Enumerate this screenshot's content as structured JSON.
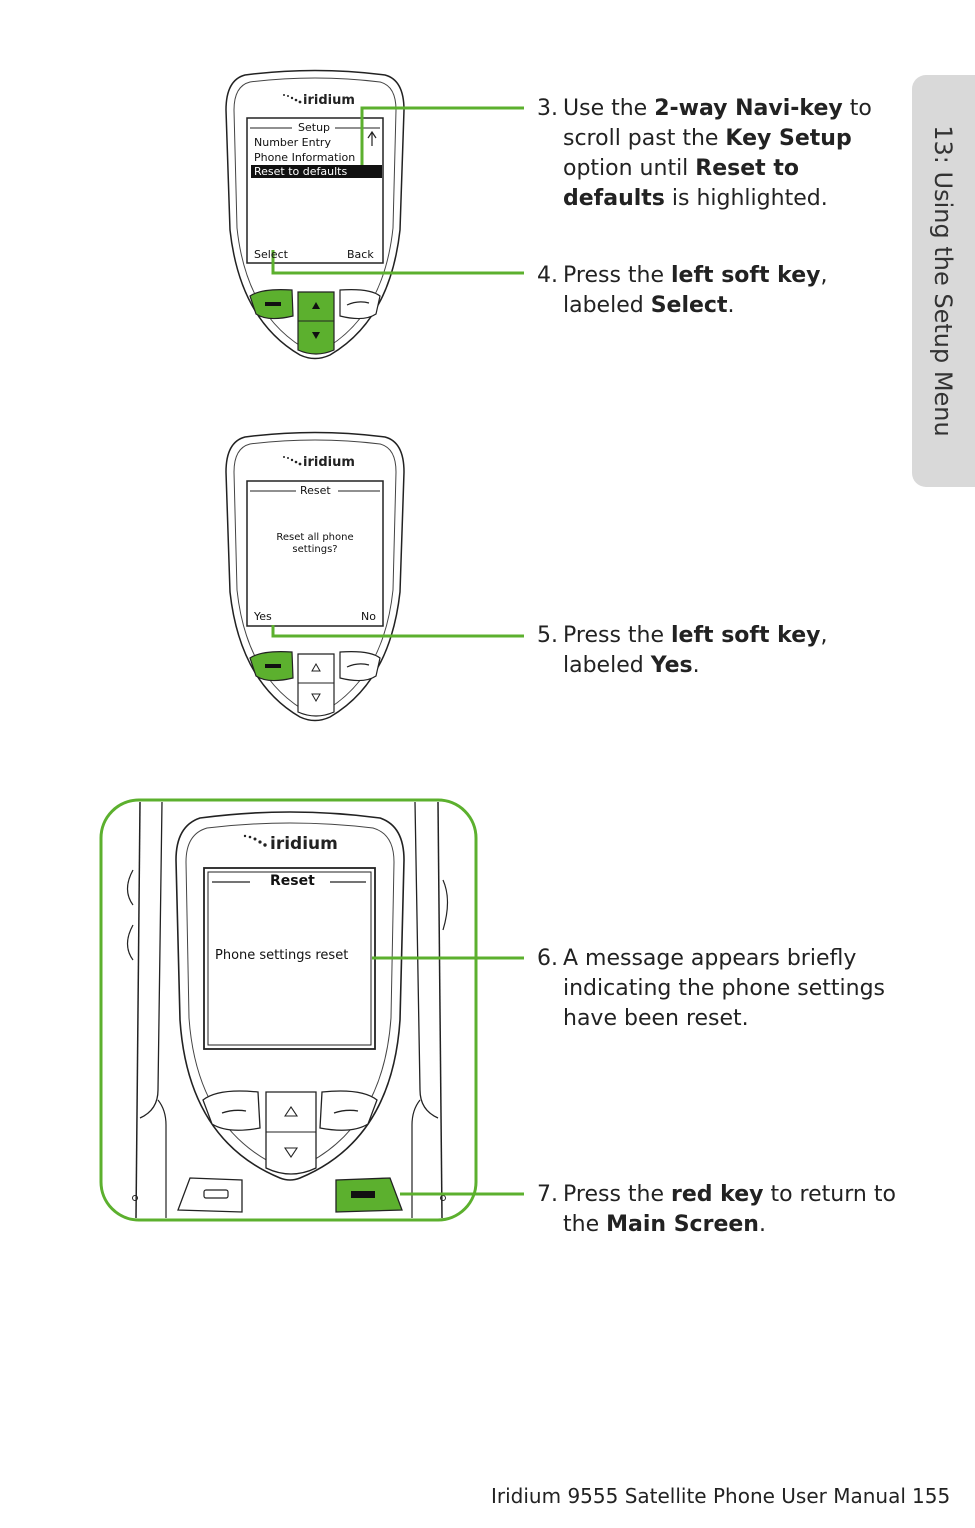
{
  "side_tab": {
    "label": "13: Using the Setup Menu"
  },
  "phone1": {
    "brand": "iridium",
    "screen_title": "Setup",
    "menu": [
      {
        "label": "Number Entry",
        "highlighted": false
      },
      {
        "label": "Phone Information",
        "highlighted": false
      },
      {
        "label": "Reset to defaults",
        "highlighted": true
      }
    ],
    "left_soft": "Select",
    "right_soft": "Back",
    "accent_color": "#5cb02e"
  },
  "phone2": {
    "brand": "iridium",
    "screen_title": "Reset",
    "message_line1": "Reset all phone",
    "message_line2": "settings?",
    "left_soft": "Yes",
    "right_soft": "No"
  },
  "phone3": {
    "brand": "iridium",
    "screen_title": "Reset",
    "message": "Phone settings reset"
  },
  "steps": [
    {
      "number": "3.",
      "lines": [
        "Use the |**2-way Navi-key**| to",
        "scroll past the |**Key Setup**|",
        "option until |**Reset to**|",
        "**defaults**| is highlighted."
      ]
    },
    {
      "number": "4.",
      "lines": [
        "Press the |**left soft key**|,",
        "labeled |**Select**|."
      ]
    },
    {
      "number": "5.",
      "lines": [
        "Press the |**left soft key**|,",
        "labeled |**Yes**|."
      ]
    },
    {
      "number": "6.",
      "lines": [
        "A message appears briefly",
        "indicating the phone settings",
        "have been reset."
      ]
    },
    {
      "number": "7.",
      "lines": [
        "Press the |**red key**| to return to",
        "the |**Main Screen**|."
      ]
    }
  ],
  "footer": {
    "manual_title": "Iridium 9555 Satellite Phone User Manual",
    "page_number": "155"
  }
}
